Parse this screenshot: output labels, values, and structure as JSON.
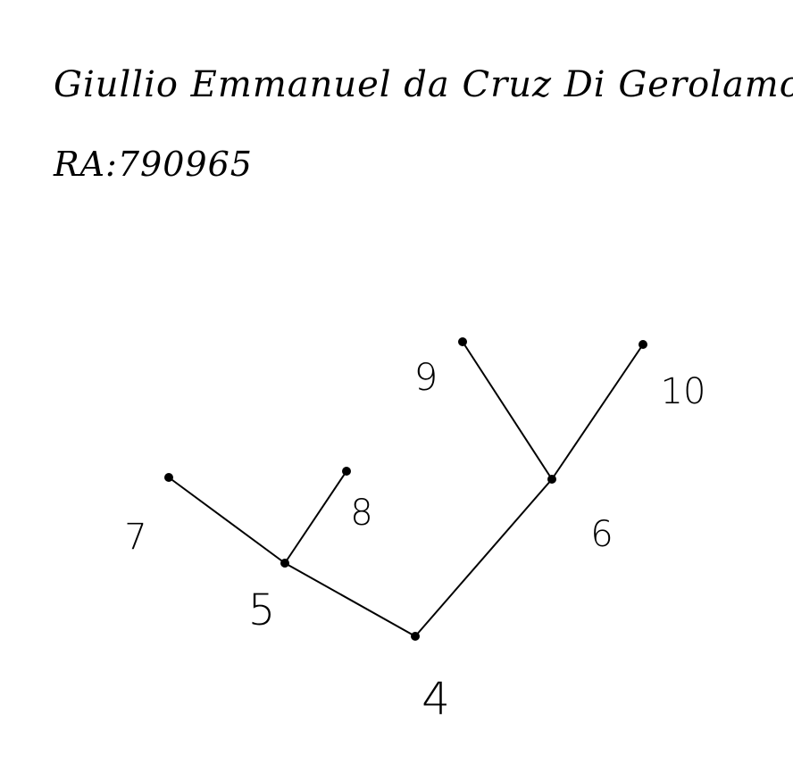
{
  "header": {
    "author_name": "Giullio Emmanuel da Cruz Di Gerolamo",
    "ra_line": "RA:790965"
  },
  "tree": {
    "nodes": [
      {
        "id": "n4",
        "label": "4"
      },
      {
        "id": "n5",
        "label": "5"
      },
      {
        "id": "n6",
        "label": "6"
      },
      {
        "id": "n7",
        "label": "7"
      },
      {
        "id": "n8",
        "label": "8"
      },
      {
        "id": "n9",
        "label": "9"
      },
      {
        "id": "n10",
        "label": "10"
      }
    ],
    "edges": [
      {
        "from": "n4",
        "to": "n5"
      },
      {
        "from": "n4",
        "to": "n6"
      },
      {
        "from": "n5",
        "to": "n7"
      },
      {
        "from": "n5",
        "to": "n8"
      },
      {
        "from": "n6",
        "to": "n9"
      },
      {
        "from": "n6",
        "to": "n10"
      }
    ],
    "ink_color": "#000000"
  }
}
